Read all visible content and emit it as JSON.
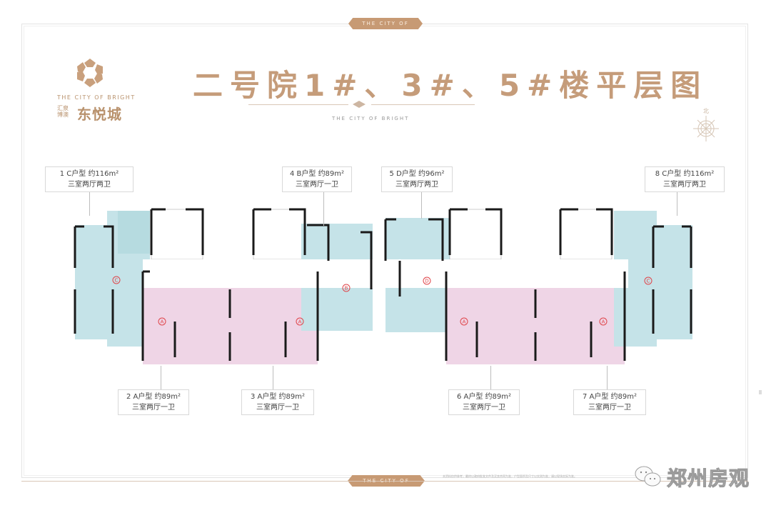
{
  "ribbon": {
    "top": "THE CITY OF BRIGHT",
    "bottom": "THE CITY OF BRIGHT"
  },
  "logo": {
    "icon": "hexagon-star-logo-icon",
    "english": "THE CITY OF BRIGHT",
    "developer": "汇泉博澳",
    "name": "东悦城"
  },
  "title": {
    "main": "二号院1#、3#、5#楼平层图",
    "english": "THE CITY OF BRIGHT"
  },
  "compass": {
    "icon": "compass-rose-icon",
    "label": "北"
  },
  "units": [
    {
      "num": "1",
      "type": "C户型",
      "area": "约116m²",
      "layout": "三室两厅两卫"
    },
    {
      "num": "2",
      "type": "A户型",
      "area": "约89m²",
      "layout": "三室两厅一卫"
    },
    {
      "num": "3",
      "type": "A户型",
      "area": "约89m²",
      "layout": "三室两厅一卫"
    },
    {
      "num": "4",
      "type": "B户型",
      "area": "约89m²",
      "layout": "三室两厅一卫"
    },
    {
      "num": "5",
      "type": "D户型",
      "area": "约96m²",
      "layout": "三室两厅两卫"
    },
    {
      "num": "6",
      "type": "A户型",
      "area": "约89m²",
      "layout": "三室两厅一卫"
    },
    {
      "num": "7",
      "type": "A户型",
      "area": "约89m²",
      "layout": "三室两厅一卫"
    },
    {
      "num": "8",
      "type": "C户型",
      "area": "约116m²",
      "layout": "三室两厅两卫"
    }
  ],
  "plan_markers": [
    "C",
    "A",
    "A",
    "B",
    "D",
    "A",
    "A",
    "C"
  ],
  "colors": {
    "accent": "#c59c7a",
    "unit_blue": "#bfe0e6",
    "unit_pink": "#ecd3e4",
    "wall": "#1a1a1a",
    "marker": "#e0454a"
  },
  "disclaimer": "本资料仅供参考，最终以政府批准文件及买卖合同为准，户型面积及尺寸以实测为准，请以现场实际为准。",
  "watermark": {
    "icon": "wechat-icon",
    "text": "郑州房观"
  }
}
